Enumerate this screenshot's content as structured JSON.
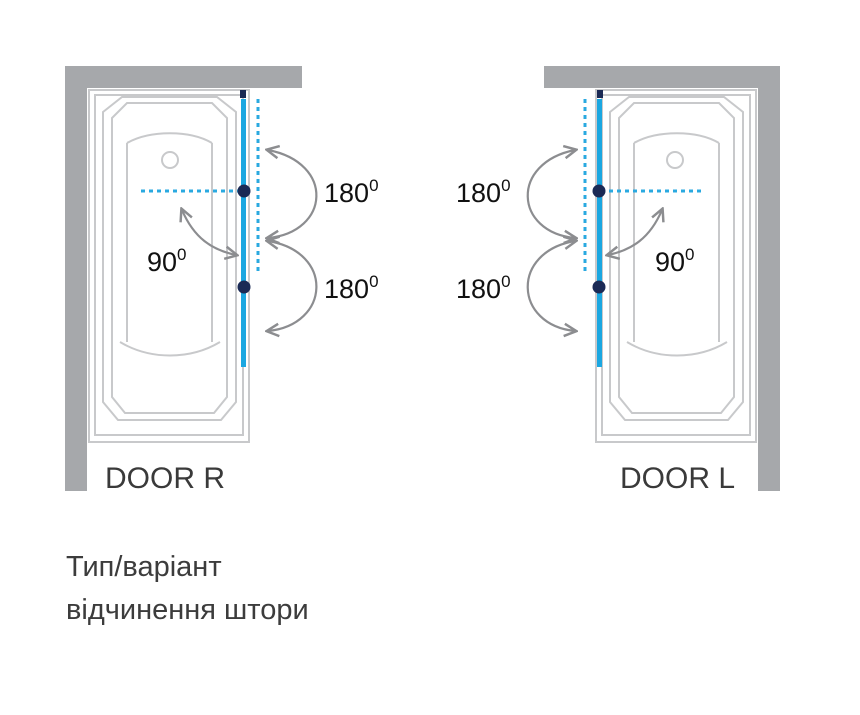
{
  "colors": {
    "wall": "#a6a8ab",
    "tub_line": "#c8c9cb",
    "glass": "#1ba7e1",
    "dotted": "#2aa9e0",
    "pivot": "#1b2a55",
    "arrow": "#8c8d90"
  },
  "icons": {
    "arrow": "curved-arrow-icon",
    "pivot": "pivot-dot-icon"
  },
  "panels": [
    {
      "door_label": "DOOR R",
      "angles": {
        "upper": "180",
        "lower": "180",
        "side": "90",
        "degree_mark": "0"
      }
    },
    {
      "door_label": "DOOR L",
      "angles": {
        "upper": "180",
        "lower": "180",
        "side": "90",
        "degree_mark": "0"
      }
    }
  ],
  "caption": {
    "line1": "Тип/варіант",
    "line2": "відчинення штори"
  }
}
